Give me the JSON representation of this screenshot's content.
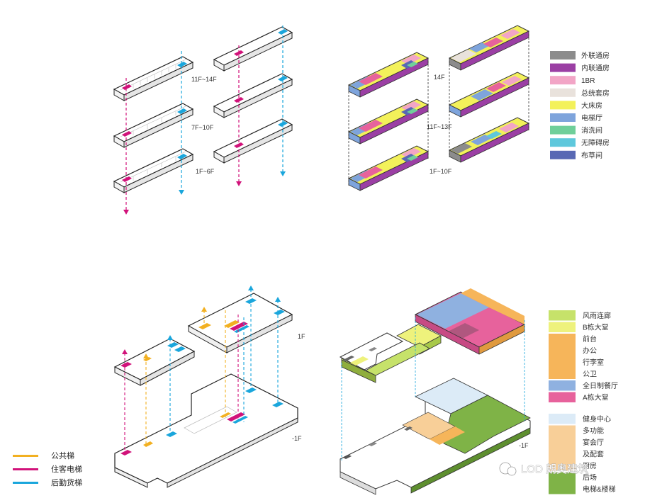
{
  "floor_labels": {
    "q1_top": "11F~14F",
    "q1_mid": "7F~10F",
    "q1_bot": "1F~6F",
    "q2_top": "14F",
    "q2_mid": "11F~13F",
    "q2_bot": "1F~10F",
    "q3_upper": "1F",
    "q3_lower": "-1F",
    "q4_lower": "-1F"
  },
  "legend_rooms": [
    {
      "label": "外联通房",
      "color": "#8c8c8c"
    },
    {
      "label": "内联通房",
      "color": "#9b3fa4"
    },
    {
      "label": "1BR",
      "color": "#f2a5c6"
    },
    {
      "label": "总统套房",
      "color": "#e9e2dc"
    },
    {
      "label": "大床房",
      "color": "#f3f15a"
    },
    {
      "label": "电梯厅",
      "color": "#7ea4dc"
    },
    {
      "label": "消洗间",
      "color": "#6fcf9a"
    },
    {
      "label": "无障碍房",
      "color": "#5ec8dc"
    },
    {
      "label": "布草间",
      "color": "#5868b4"
    }
  ],
  "legend_public": [
    {
      "label": "风雨连廊",
      "color": "#c6e26a"
    },
    {
      "label": "B栋大堂",
      "color": "#eef27c"
    },
    {
      "label": "前台",
      "color": "#f6b55a"
    },
    {
      "label": "办公",
      "color": ""
    },
    {
      "label": "行李室",
      "color": ""
    },
    {
      "label": "公卫",
      "color": ""
    },
    {
      "label": "全日制餐厅",
      "color": "#8fb1e0"
    },
    {
      "label": "A栋大堂",
      "color": "#e7629c"
    },
    {
      "label": "健身中心",
      "color": "#dcebf7"
    },
    {
      "label": "多功能",
      "color": "#f8cf98"
    },
    {
      "label": "宴会厅",
      "color": ""
    },
    {
      "label": "及配套",
      "color": ""
    },
    {
      "label": "厨房",
      "color": ""
    },
    {
      "label": "后场",
      "color": "#7fb347"
    },
    {
      "label": "电梯&楼梯",
      "color": ""
    }
  ],
  "legend_circulation": [
    {
      "label": "公共梯",
      "color": "#f2b021"
    },
    {
      "label": "住客电梯",
      "color": "#d1127a"
    },
    {
      "label": "后勤货梯",
      "color": "#1aa6dc"
    }
  ],
  "watermark": "LOD 朗奥建筑"
}
